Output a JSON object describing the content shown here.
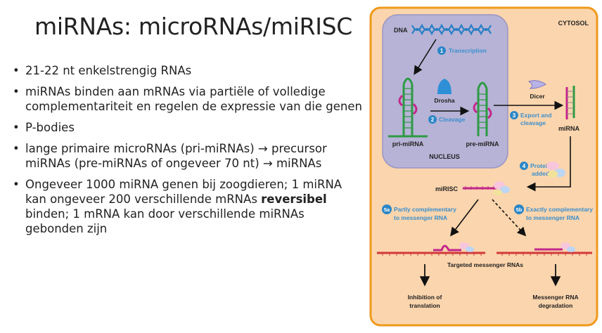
{
  "slide": {
    "title": "miRNAs: microRNAs/miRISC",
    "bullets": [
      {
        "text": "21-22 nt enkelstrengig  RNAs"
      },
      {
        "text": "miRNAs binden aan mRNAs via partiële of volledige complementariteit en regelen de expressie van die genen"
      },
      {
        "text": "P-bodies"
      },
      {
        "text": "lange primaire microRNAs (pri-miRNAs)  →  precursor miRNAs (pre-miRNAs of ongeveer 70 nt)  →  miRNAs"
      },
      {
        "pre": "Ongeveer 1000 miRNA genen bij zoogdieren; 1 miRNA kan ongeveer 200 verschillende mRNAs ",
        "bold": "reversibel",
        "post": " binden; 1 mRNA kan door verschillende miRNAs gebonden zijn"
      }
    ]
  },
  "diagram": {
    "cytosol_label": "CYTOSOL",
    "nucleus_label": "NUCLEUS",
    "dna_label": "DNA",
    "pri_mirna_label": "pri-miRNA",
    "pre_mirna_label": "pre-miRNA",
    "mirna_label": "miRNA",
    "drosha_label": "Drosha",
    "dicer_label": "Dicer",
    "mirisc_label": "miRISC",
    "targeted_label": "Targeted messenger RNAs",
    "steps": {
      "s1_num": "1",
      "s1": "Transcription",
      "s2_num": "2",
      "s2": "Cleavage",
      "s3_num": "3",
      "s3_l1": "Export and",
      "s3_l2": "cleavage",
      "s4_num": "4",
      "s4_l1": "Proteins",
      "s4_l2": "added",
      "s5a_num": "5a",
      "s5a_l1": "Partly complementary",
      "s5a_l2": "to messenger RNA",
      "s5b_num": "5b",
      "s5b_l1": "Exactly complementary",
      "s5b_l2": "to messenger RNA"
    },
    "outcome_left_l1": "Inhibition of",
    "outcome_left_l2": "translation",
    "outcome_right_l1": "Messenger RNA",
    "outcome_right_l2": "degradation",
    "colors": {
      "cytosol_fill": "#fbd5ad",
      "cytosol_border": "#ef9a1c",
      "nucleus_fill": "#b7b3d6",
      "step_circle": "#2c86c6",
      "step_text": "#3a8fcd",
      "hairpin_green": "#2e9a45",
      "hairpin_magenta": "#c2268a",
      "mrna_red": "#d23a3a",
      "dna_blue": "#2a7fc4"
    }
  }
}
